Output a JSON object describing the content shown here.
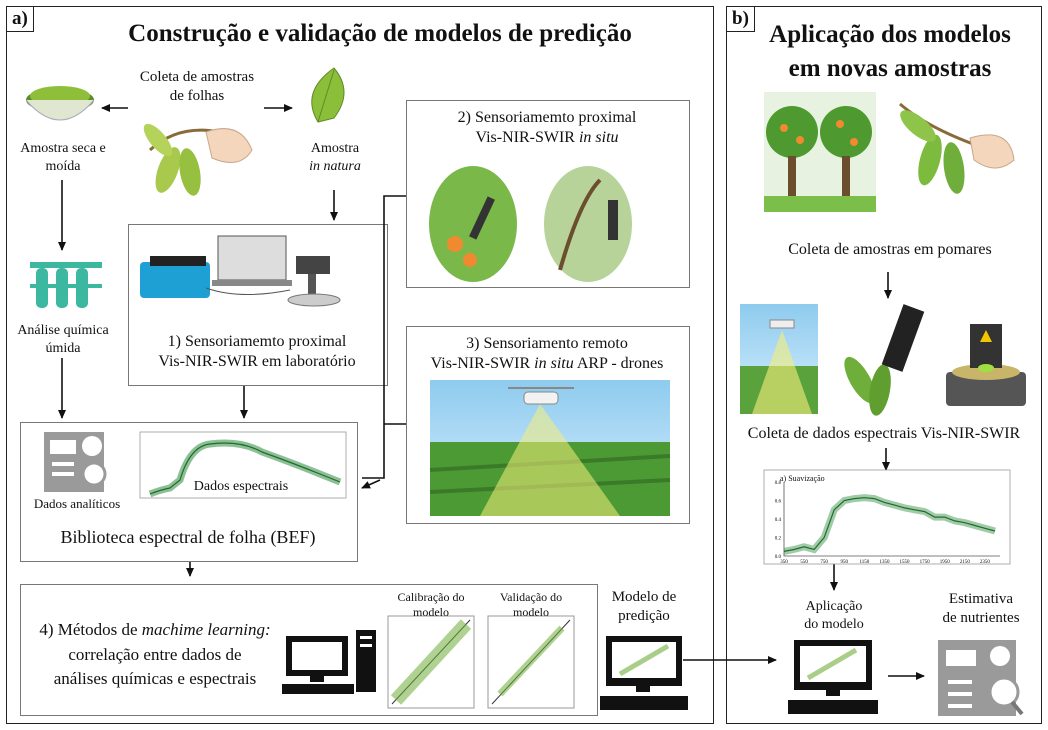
{
  "panel_a": {
    "tag": "a)",
    "title": "Construção e validação de modelos de predição",
    "collection": [
      "Coleta de amostras",
      "de folhas"
    ],
    "dry_sample": [
      "Amostra seca e",
      "moída"
    ],
    "fresh_sample": [
      "Amostra",
      "in natura"
    ],
    "wet_chem": [
      "Análise química",
      "úmida"
    ],
    "lab_sensing": [
      "1) Sensoriamemto proximal",
      "Vis-NIR-SWIR em laboratório"
    ],
    "proximal": {
      "line1": "2) Sensoriamemto proximal",
      "line2_a": "Vis-NIR-SWIR ",
      "line2_b": "in situ"
    },
    "remote": {
      "line1": "3) Sensoriamento remoto",
      "line2_a": "Vis-NIR-SWIR ",
      "line2_b": "in situ",
      "line2_c": " ARP - drones"
    },
    "analytical_data": "Dados analíticos",
    "spectral_data": "Dados espectrais",
    "library": "Biblioteca espectral de folha (BEF)",
    "ml": {
      "line1_a": "4) Métodos de ",
      "line1_b": "machime learning:",
      "line2": "correlação entre dados de",
      "line3": "análises químicas e espectrais"
    },
    "calibration": [
      "Calibração do",
      "modelo"
    ],
    "validation": [
      "Validação do",
      "modelo"
    ],
    "prediction_model": [
      "Modelo de",
      "predição"
    ]
  },
  "panel_b": {
    "tag": "b)",
    "title": [
      "Aplicação dos modelos",
      "em novas amostras"
    ],
    "orchard_collection": "Coleta de amostras em pomares",
    "spectral_collection": "Coleta de dados espectrais Vis-NIR-SWIR",
    "chart_title": "a) Suavização",
    "model_application": [
      "Aplicação",
      "do modelo"
    ],
    "nutrient_estimate": [
      "Estimativa",
      "de nutrientes"
    ]
  },
  "colors": {
    "leaf_green": "#6fae3a",
    "spectra_green": "#2e8b3e",
    "sky_blue": "#9fd3f0",
    "teal_icon": "#3cb8a0",
    "grey_icon": "#9a9a9a"
  },
  "chart_data": {
    "type": "line",
    "title": "a) Suavização",
    "xlabel": "",
    "ylabel": "",
    "x": [
      350,
      450,
      550,
      650,
      750,
      850,
      950,
      1050,
      1150,
      1250,
      1350,
      1450,
      1550,
      1650,
      1750,
      1850,
      1950,
      2050,
      2150,
      2250,
      2350,
      2450
    ],
    "series": [
      {
        "values": [
          0.05,
          0.07,
          0.1,
          0.07,
          0.2,
          0.5,
          0.6,
          0.62,
          0.63,
          0.62,
          0.58,
          0.55,
          0.52,
          0.5,
          0.48,
          0.42,
          0.42,
          0.38,
          0.36,
          0.33,
          0.3,
          0.27
        ]
      }
    ],
    "xticks": [
      350,
      550,
      750,
      950,
      1150,
      1350,
      1550,
      1750,
      1950,
      2150,
      2350
    ],
    "yticks": [
      0.0,
      0.2,
      0.4,
      0.6,
      0.8
    ],
    "ylim": [
      0,
      0.8
    ],
    "xlim": [
      350,
      2500
    ]
  }
}
